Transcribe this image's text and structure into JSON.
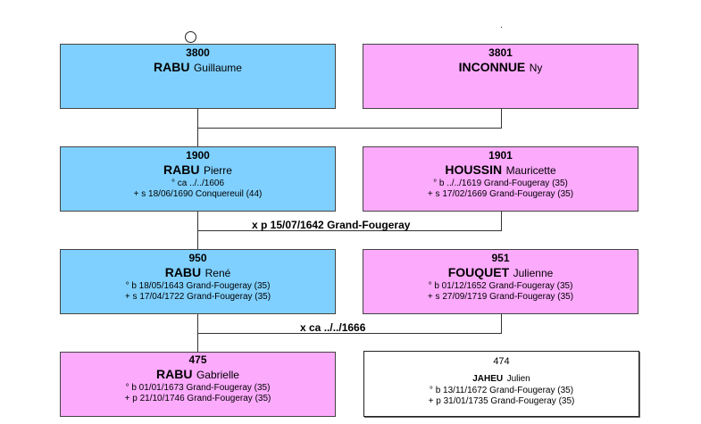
{
  "persons": [
    {
      "id": "p3800",
      "number": "3800",
      "surname": "RABU",
      "given": "Guillaume",
      "lines": []
    },
    {
      "id": "p3801",
      "number": "3801",
      "surname": "INCONNUE",
      "given": "Ny",
      "lines": []
    },
    {
      "id": "p1900",
      "number": "1900",
      "surname": "RABU",
      "given": "Pierre",
      "lines": [
        "° ca ../../1606",
        "+ s 18/06/1690 Conquereuil (44)"
      ]
    },
    {
      "id": "p1901",
      "number": "1901",
      "surname": "HOUSSIN",
      "given": "Mauricette",
      "lines": [
        "° b ../../1619 Grand-Fougeray (35)",
        "+ s 17/02/1669 Grand-Fougeray (35)"
      ]
    },
    {
      "id": "p950",
      "number": "950",
      "surname": "RABU",
      "given": "René",
      "lines": [
        "° b 18/05/1643 Grand-Fougeray (35)",
        "+ s 17/04/1722 Grand-Fougeray (35)"
      ]
    },
    {
      "id": "p951",
      "number": "951",
      "surname": "FOUQUET",
      "given": "Julienne",
      "lines": [
        "° b 01/12/1652 Grand-Fougeray (35)",
        "+ s 27/09/1719 Grand-Fougeray (35)"
      ]
    },
    {
      "id": "p475",
      "number": "475",
      "surname": "RABU",
      "given": "Gabrielle",
      "lines": [
        "° b 01/01/1673 Grand-Fougeray (35)",
        "+ p 21/10/1746 Grand-Fougeray (35)"
      ]
    },
    {
      "id": "p474",
      "number": "474",
      "surname": "JAHEU",
      "given": "Julien",
      "lines": [
        "° b 13/11/1672 Grand-Fougeray (35)",
        "+ p 31/01/1735 Grand-Fougeray (35)"
      ]
    }
  ],
  "marriages": [
    {
      "text": "x p 15/07/1642 Grand-Fougeray"
    },
    {
      "text": "x ca ../../1666"
    }
  ],
  "colors": {
    "male": "#7fd0ff",
    "female": "#fcaafc"
  }
}
